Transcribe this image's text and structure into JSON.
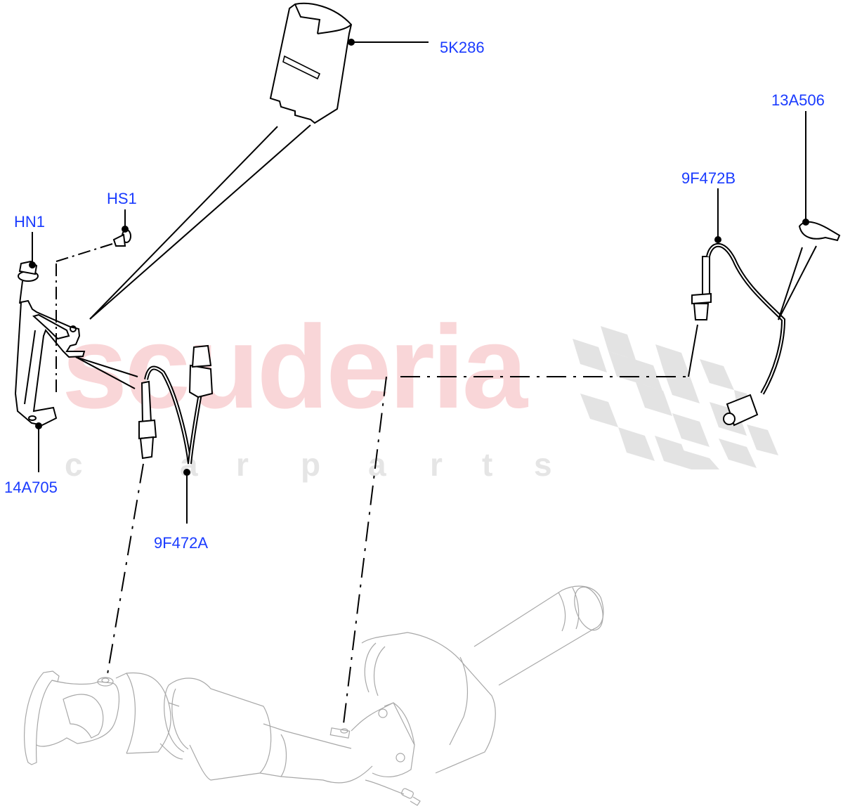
{
  "diagram": {
    "type": "exploded-parts-diagram",
    "subject": "Heated oxygen sensors and exhaust catalyst assembly",
    "accent_color": "#1a3bff",
    "line_color": "#000000",
    "ghost_color": "#b0b0b0"
  },
  "watermark": {
    "brand": "scuderia",
    "tagline_letters": [
      "c",
      "a",
      "r",
      "p",
      "a",
      "r",
      "t",
      "s"
    ],
    "brand_color": "#f9d6d8",
    "tagline_color": "#e5e5e5",
    "flag_color": "#e0e0e0"
  },
  "callouts": [
    {
      "id": "5K286",
      "label": "5K286",
      "part": "heat-shield"
    },
    {
      "id": "13A506",
      "label": "13A506",
      "part": "wiring-clip"
    },
    {
      "id": "9F472B",
      "label": "9F472B",
      "part": "downstream-oxygen-sensor"
    },
    {
      "id": "HS1",
      "label": "HS1",
      "part": "stud"
    },
    {
      "id": "HN1",
      "label": "HN1",
      "part": "nut"
    },
    {
      "id": "14A705",
      "label": "14A705",
      "part": "sensor-bracket"
    },
    {
      "id": "9F472A",
      "label": "9F472A",
      "part": "upstream-oxygen-sensor"
    }
  ]
}
